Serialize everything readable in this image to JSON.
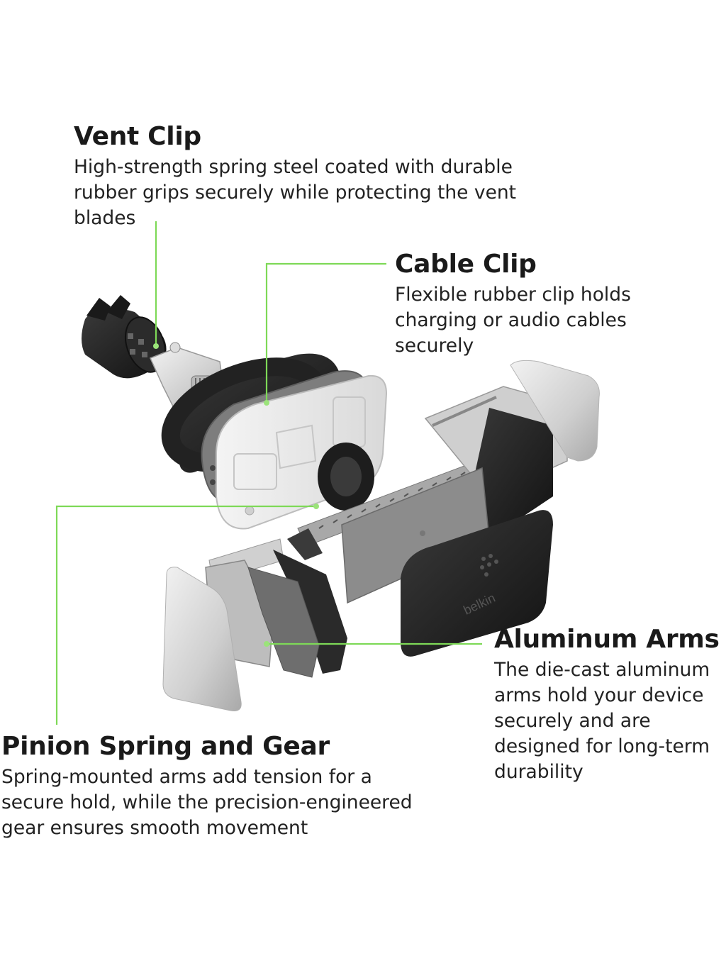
{
  "callouts": {
    "vent_clip": {
      "title": "Vent Clip",
      "lines": [
        "High-strength spring steel coated with durable",
        "rubber grips securely while protecting the vent",
        "blades"
      ]
    },
    "cable_clip": {
      "title": "Cable Clip",
      "lines": [
        "Flexible rubber clip holds",
        "charging or audio cables",
        "securely"
      ]
    },
    "aluminum_arms": {
      "title": "Aluminum Arms",
      "lines": [
        "The die-cast aluminum",
        "arms hold your device",
        "securely and are",
        "designed for long-term",
        "durability"
      ]
    },
    "pinion": {
      "title": "Pinion Spring and Gear",
      "lines": [
        "Spring-mounted arms add tension for a",
        "secure hold, while the precision-engineered",
        "gear ensures smooth movement"
      ]
    }
  },
  "brand_mark": "belkin",
  "colors": {
    "leader_line": "#7ed957",
    "leader_dot": "#9be37a",
    "dark_part": "#1f1f1f",
    "gray_part": "#8a8a8a",
    "silver_part": "#d6d6d6",
    "clear_part": "#e9e9e9"
  }
}
